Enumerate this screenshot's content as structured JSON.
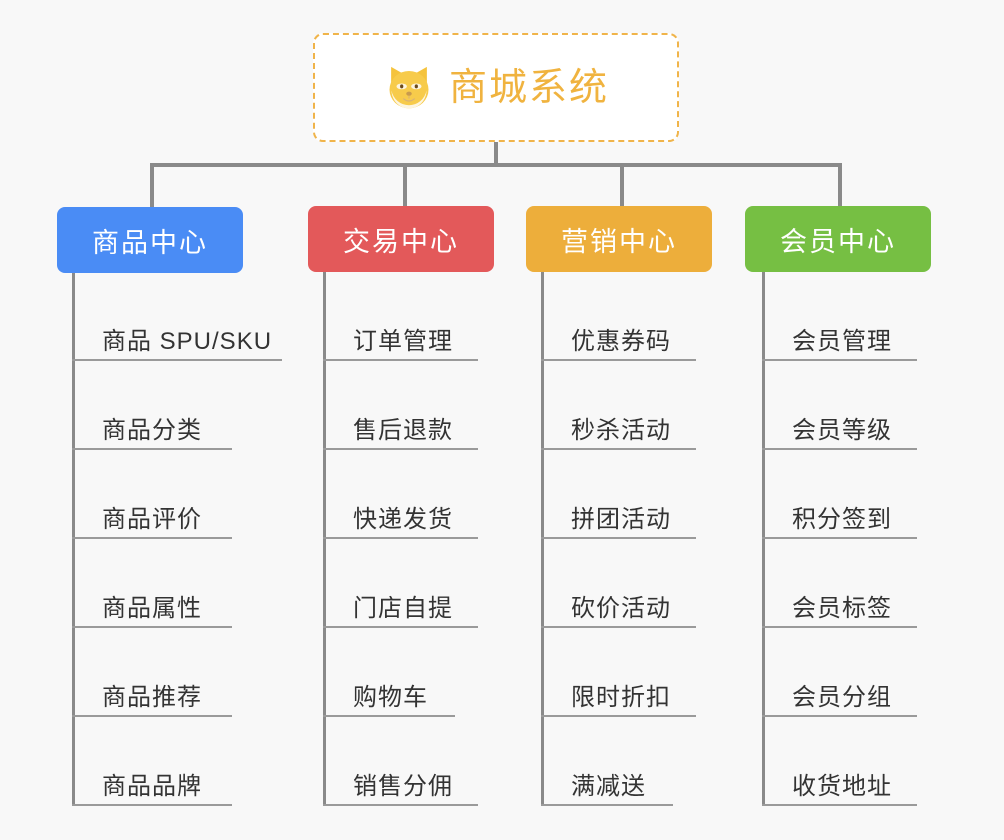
{
  "diagram": {
    "type": "org-chart",
    "background_color": "#f8f8f8",
    "root": {
      "title": "商城系统",
      "icon": "shiba-dog-face-icon",
      "text_color": "#f0b33f",
      "border_color": "#f0b44a",
      "background_color": "#ffffff"
    },
    "branches": [
      {
        "label": "商品中心",
        "color": "#4a8cf5",
        "items": [
          "商品 SPU/SKU",
          "商品分类",
          "商品评价",
          "商品属性",
          "商品推荐",
          "商品品牌"
        ]
      },
      {
        "label": "交易中心",
        "color": "#e3595a",
        "items": [
          "订单管理",
          "售后退款",
          "快递发货",
          "门店自提",
          "购物车",
          "销售分佣"
        ]
      },
      {
        "label": "营销中心",
        "color": "#edae3b",
        "items": [
          "优惠券码",
          "秒杀活动",
          "拼团活动",
          "砍价活动",
          "限时折扣",
          "满减送"
        ]
      },
      {
        "label": "会员中心",
        "color": "#76bf43",
        "items": [
          "会员管理",
          "会员等级",
          "积分签到",
          "会员标签",
          "会员分组",
          "收货地址"
        ]
      }
    ],
    "connector_color": "#8a8a8a"
  }
}
